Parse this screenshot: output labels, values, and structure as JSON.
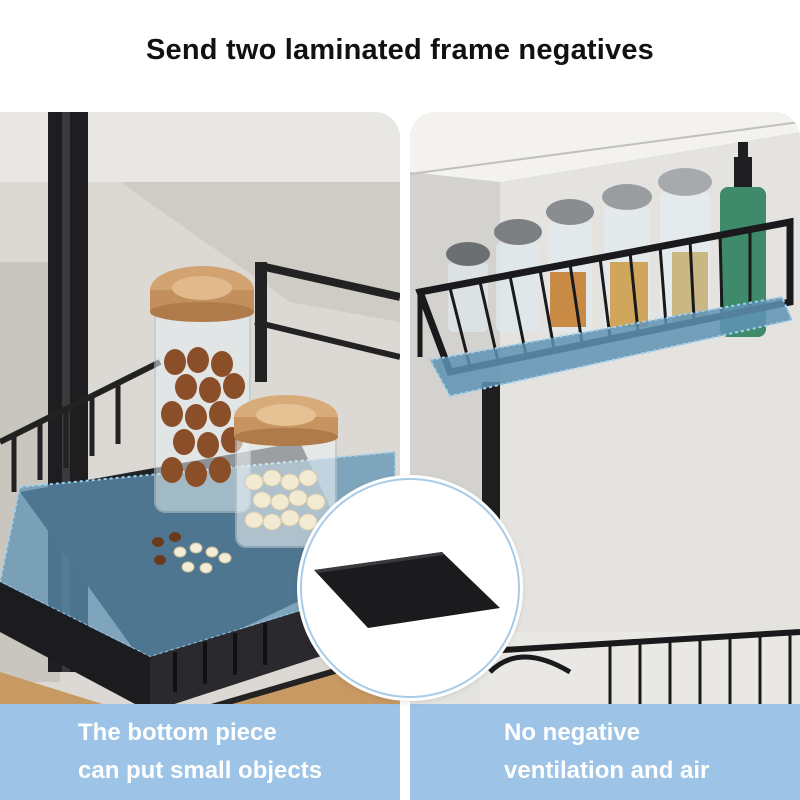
{
  "headline": "Send two laminated frame negatives",
  "left_panel": {
    "caption_line1": "The bottom piece",
    "caption_line2": "can put small objects"
  },
  "right_panel": {
    "caption_line1": "No negative",
    "caption_line2": "ventilation and air"
  },
  "colors": {
    "caption_band": "#9dc3e6",
    "mat_tint": "#5f93b4",
    "rack_metal": "#1c1c1e"
  },
  "icons": {
    "inset": "black-mat-sheet"
  }
}
